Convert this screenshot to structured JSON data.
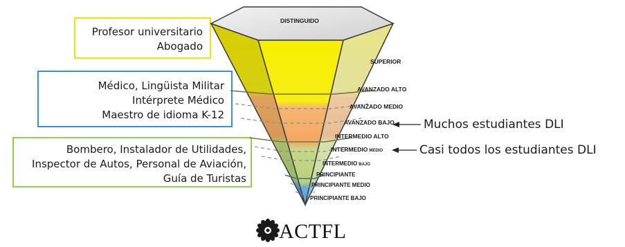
{
  "occupations": {
    "yellow": [
      "Profesor universitario",
      "Abogado"
    ],
    "blue": [
      "Médico, Lingüista Militar",
      "Intérprete Médico",
      "Maestro de idioma K-12"
    ],
    "green": [
      "Bombero, Instalador de Utilidades,",
      "Inspector de Autos, Personal de Aviación,",
      "Guía de Turistas"
    ]
  },
  "levels": {
    "distinguido": "DISTINGUIDO",
    "superior": "SUPERIOR",
    "avanzado_alto": "AVANZADO ALTO",
    "avanzado_medio": "AVANZADO MEDIO",
    "avanzado_bajo_main": "AVANZADO",
    "avanzado_bajo_sub": "BAJO",
    "intermedio_alto": "INTERMEDIO ALTO",
    "intermedio_medio_main": "INTERMEDIO",
    "intermedio_medio_sub": "MEDIO",
    "intermedio_bajo_main": "INTERMEDIO",
    "intermedio_bajo_sub": "BAJO",
    "principiante": "PRINCIPIANTE",
    "principiante_medio": "PRINCIPIANTE MEDIO",
    "principiante_bajo": "PRINCIPIANTE BAJO"
  },
  "annotations": {
    "muchos": "Muchos estudiantes DLI",
    "casi": "Casi todos los estudiantes DLI"
  },
  "logo": {
    "text": "ACTFL"
  },
  "colors": {
    "yellow_border": "#f3e400",
    "blue_border": "#3d8fd1",
    "green_border": "#8fd04e",
    "superior_band": "#f5ec10",
    "advanced_band": "#f3a95f",
    "intermediate_band": "#b5cc7a",
    "novice_band": "#5aa2d8"
  }
}
